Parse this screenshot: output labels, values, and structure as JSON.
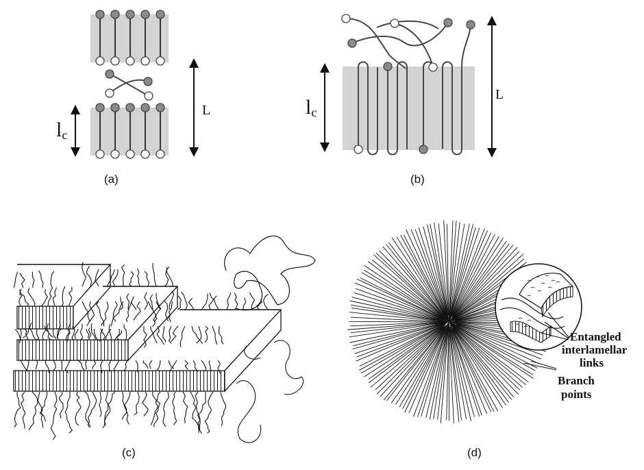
{
  "panels": {
    "a": {
      "caption": "(a)",
      "lc_label": "l",
      "lc_subscript": "c",
      "L_label": "L"
    },
    "b": {
      "caption": "(b)",
      "lc_label": "l",
      "lc_subscript": "c",
      "L_label": "L"
    },
    "c": {
      "caption": "(c)"
    },
    "d": {
      "caption": "(d)",
      "labels": [
        "Entangled",
        "interlamellar",
        "links",
        "Branch",
        "points"
      ]
    }
  },
  "colors": {
    "crystal_fill": "#d3d3d3",
    "bead_gray": "#8a8a8a",
    "bead_white": "#ffffff",
    "ink": "#111111"
  }
}
